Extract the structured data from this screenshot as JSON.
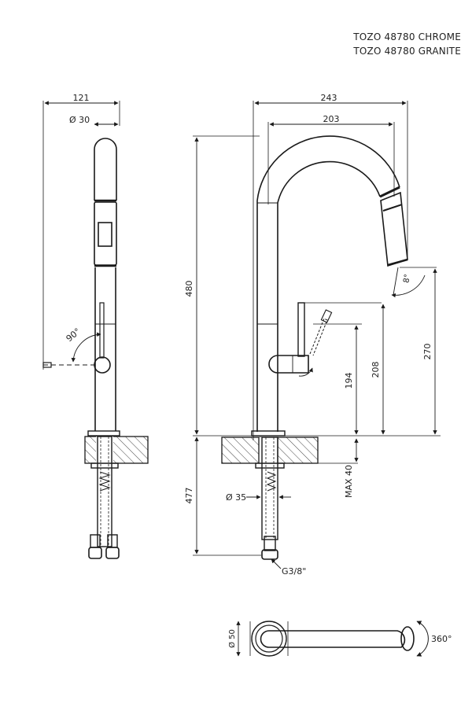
{
  "titles": {
    "line1": "TOZO 48780 CHROME",
    "line2": "TOZO 48780 GRANITE"
  },
  "dimensions": {
    "side_width": "121",
    "side_diameter": "Ø 30",
    "side_angle": "90°",
    "front_width_total": "243",
    "front_width_spout": "203",
    "height_total": "480",
    "height_outlet": "270",
    "height_lever": "208",
    "height_body": "194",
    "max_thickness": "MAX 40",
    "below_length": "477",
    "hole_diameter": "Ø 35",
    "thread": "G3/8\"",
    "outlet_angle": "8°",
    "base_diameter": "Ø 50",
    "rotation": "360°"
  },
  "colors": {
    "line": "#1a1a1a",
    "hatch": "#444444"
  }
}
